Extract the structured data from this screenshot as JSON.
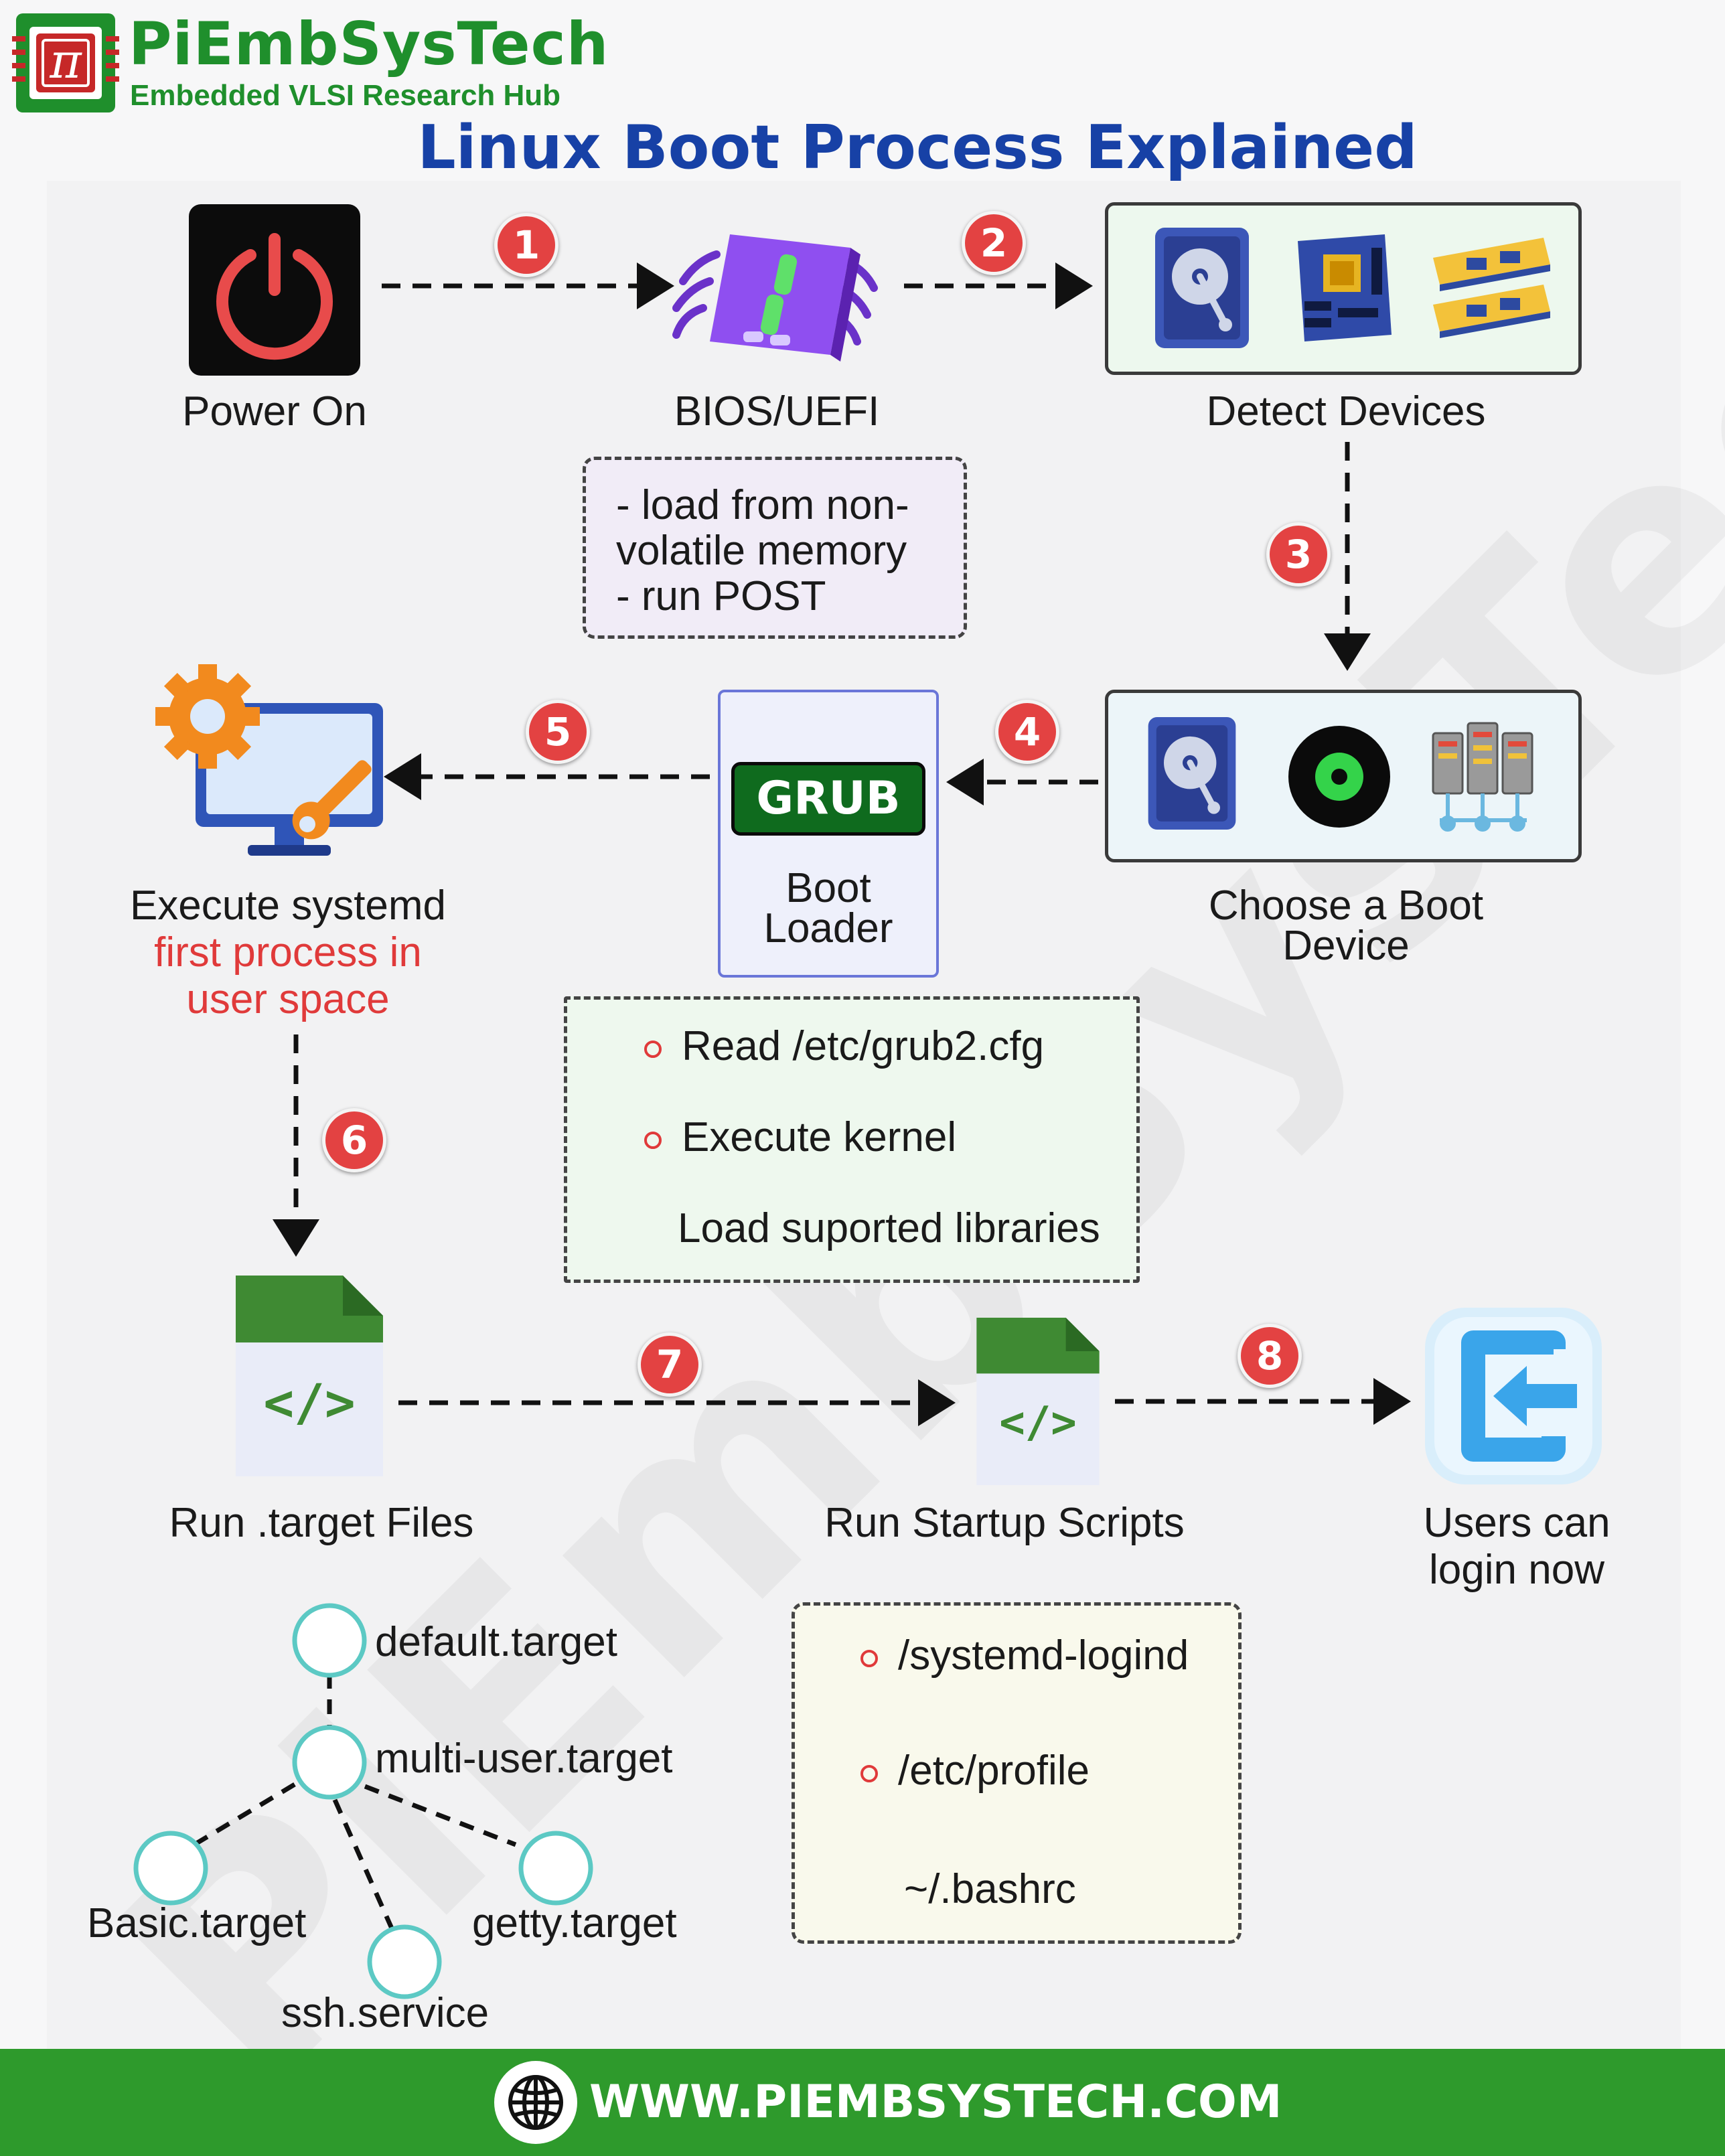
{
  "brand": {
    "name": "PiEmbSysTech",
    "tagline": "Embedded VLSI Research Hub",
    "logo_glyph": "π"
  },
  "title": "Linux Boot Process Explained",
  "watermark": "PiEmbSysTech",
  "steps": {
    "power_on": "Power On",
    "bios": "BIOS/UEFI",
    "detect_devices": "Detect Devices",
    "choose_boot_1": "Choose a Boot",
    "choose_boot_2": "Device",
    "grub_badge": "GRUB",
    "boot_loader_1": "Boot",
    "boot_loader_2": "Loader",
    "systemd_1": "Execute systemd",
    "systemd_2": "first process in",
    "systemd_3": "user space",
    "target_files": "Run .target Files",
    "startup_scripts": "Run Startup Scripts",
    "login_1": "Users can",
    "login_2": "login now"
  },
  "badges": [
    "1",
    "2",
    "3",
    "4",
    "5",
    "6",
    "7",
    "8"
  ],
  "bios_note": {
    "line1": "- load from non-",
    "line2": "volatile memory",
    "line3": "- run POST"
  },
  "grub_note": {
    "item1": "Read /etc/grub2.cfg",
    "item2": "Execute kernel",
    "item3": "Load suported libraries"
  },
  "scripts_note": {
    "item1": "/systemd-logind",
    "item2": "/etc/profile",
    "item3": "~/.bashrc"
  },
  "targets": {
    "default": "default.target",
    "multi_user": "multi-user.target",
    "basic": "Basic.target",
    "getty": "getty.target",
    "ssh": "ssh.service"
  },
  "code_glyph": "</>",
  "footer": {
    "url": "WWW.PIEMBSYSTECH.COM"
  },
  "icons": {
    "power": "power-icon",
    "chip": "chip-icon",
    "hdd": "hard-drive-icon",
    "motherboard": "motherboard-icon",
    "ram": "ram-icon",
    "disc": "disc-icon",
    "network": "network-server-icon",
    "systemd": "monitor-gear-wrench-icon",
    "code_file": "code-file-icon",
    "login": "login-arrow-icon",
    "globe": "globe-icon"
  },
  "colors": {
    "brand_green": "#1f8f2c",
    "title_blue": "#1741a6",
    "badge_red": "#e34242",
    "grub_green": "#0f6b1e",
    "footer_green": "#2e9a2c",
    "tree_node": "#5cc9c4"
  }
}
